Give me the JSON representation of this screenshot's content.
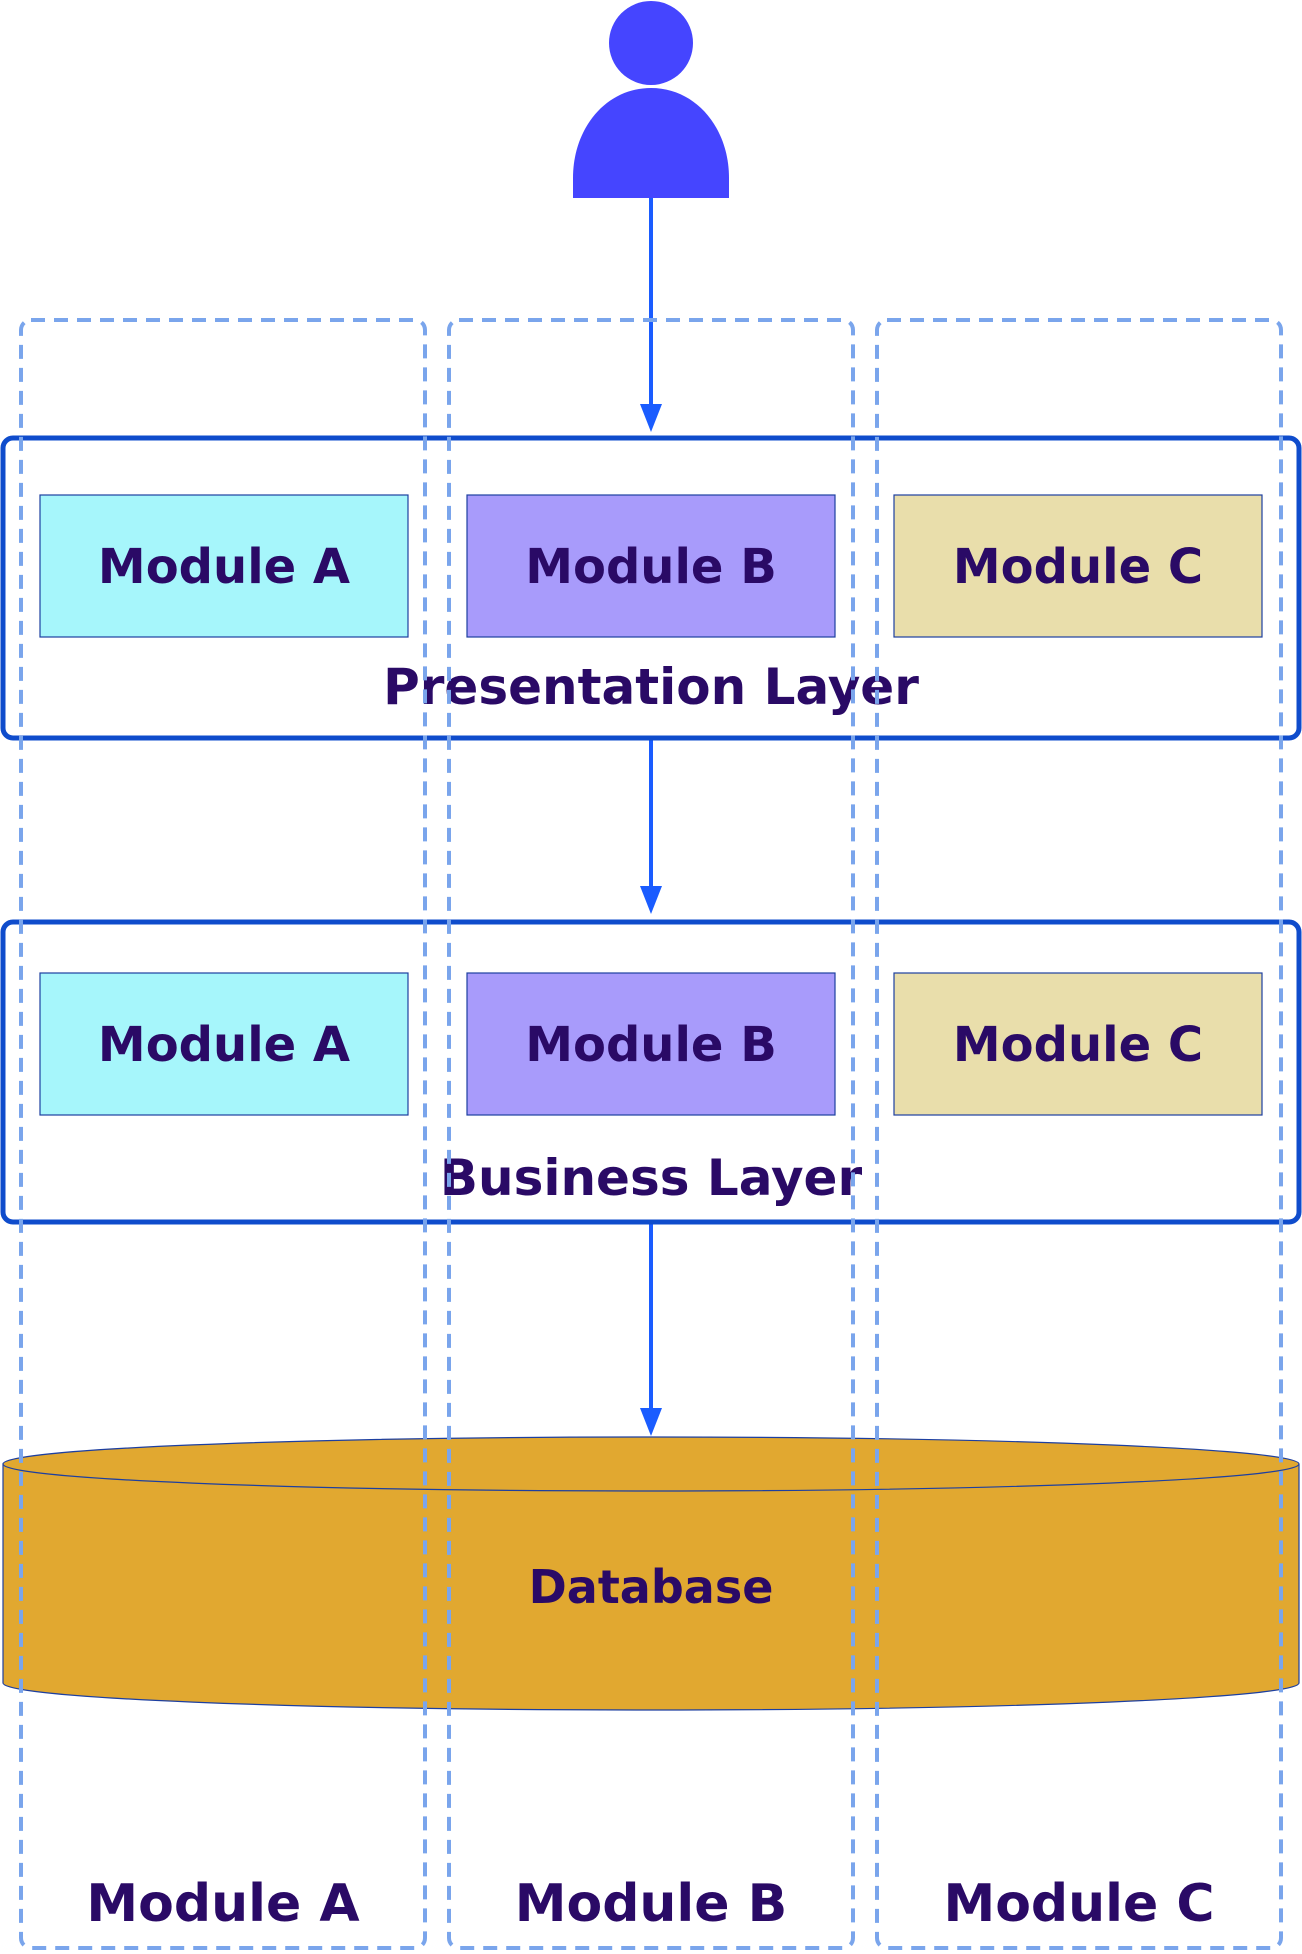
{
  "colors": {
    "user": "#4545ff",
    "arrow": "#1a5cff",
    "layer_border": "#0f4ccc",
    "column_border": "#7aa5ec",
    "module_a": "#a6f6fb",
    "module_b": "#a89bfb",
    "module_c": "#e9deab",
    "database": "#e1a830",
    "text": "#2a0a66"
  },
  "icons": {
    "user": "user-icon"
  },
  "layers": [
    {
      "name": "Presentation Layer",
      "modules": [
        "Module A",
        "Module B",
        "Module C"
      ]
    },
    {
      "name": "Business Layer",
      "modules": [
        "Module A",
        "Module B",
        "Module C"
      ]
    }
  ],
  "database": {
    "label": "Database"
  },
  "columns": [
    "Module A",
    "Module B",
    "Module C"
  ]
}
